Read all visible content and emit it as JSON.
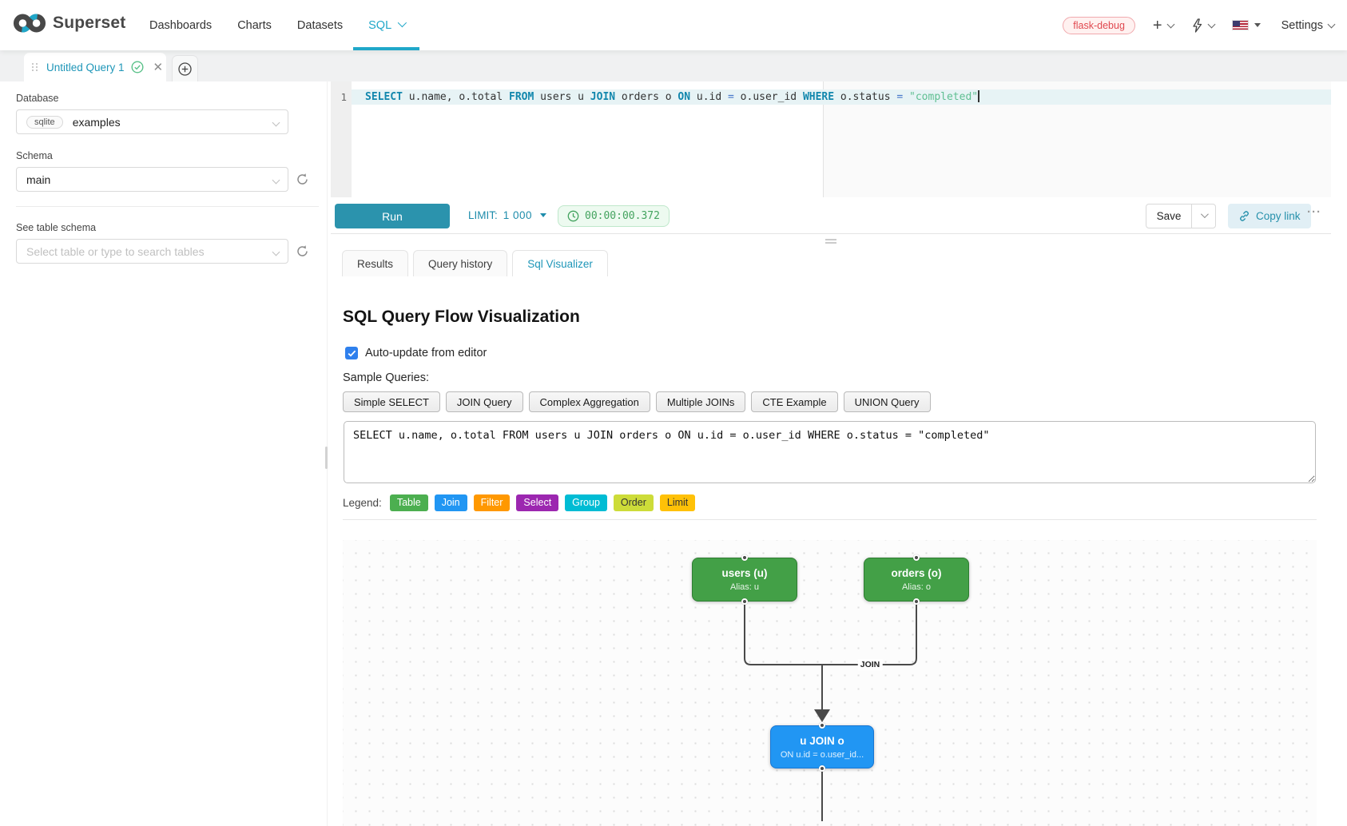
{
  "nav": {
    "brand": "Superset",
    "items": [
      {
        "label": "Dashboards",
        "active": false
      },
      {
        "label": "Charts",
        "active": false
      },
      {
        "label": "Datasets",
        "active": false
      },
      {
        "label": "SQL",
        "active": true,
        "has_chevron": true
      }
    ],
    "environment_badge": "flask-debug",
    "settings_label": "Settings",
    "accent_color": "#20a7c9"
  },
  "tab_bar": {
    "active_tab_title": "Untitled Query 1"
  },
  "sidebar": {
    "database_label": "Database",
    "database_engine": "sqlite",
    "database_value": "examples",
    "schema_label": "Schema",
    "schema_value": "main",
    "table_label": "See table schema",
    "table_placeholder": "Select table or type to search tables"
  },
  "editor": {
    "line_number": "1",
    "tokens": [
      {
        "t": "kw",
        "v": "SELECT"
      },
      {
        "t": "pl",
        "v": " u.name, o.total "
      },
      {
        "t": "kw",
        "v": "FROM"
      },
      {
        "t": "pl",
        "v": " users u "
      },
      {
        "t": "kw",
        "v": "JOIN"
      },
      {
        "t": "pl",
        "v": " orders o "
      },
      {
        "t": "kw",
        "v": "ON"
      },
      {
        "t": "pl",
        "v": " u.id "
      },
      {
        "t": "op",
        "v": "="
      },
      {
        "t": "pl",
        "v": " o.user_id "
      },
      {
        "t": "kw",
        "v": "WHERE"
      },
      {
        "t": "pl",
        "v": " o.status "
      },
      {
        "t": "op",
        "v": "="
      },
      {
        "t": "pl",
        "v": " "
      },
      {
        "t": "str",
        "v": "\"completed\""
      }
    ]
  },
  "toolbar": {
    "run_label": "Run",
    "limit_label": "LIMIT:",
    "limit_value": "1 000",
    "timer_value": "00:00:00.372",
    "save_label": "Save",
    "copy_link_label": "Copy link",
    "more_label": "···"
  },
  "result_tabs": [
    {
      "label": "Results",
      "active": false
    },
    {
      "label": "Query history",
      "active": false
    },
    {
      "label": "Sql Visualizer",
      "active": true
    }
  ],
  "visualizer": {
    "title": "SQL Query Flow Visualization",
    "auto_update_label": "Auto-update from editor",
    "auto_update_checked": true,
    "sample_queries_label": "Sample Queries:",
    "sample_buttons": [
      "Simple SELECT",
      "JOIN Query",
      "Complex Aggregation",
      "Multiple JOINs",
      "CTE Example",
      "UNION Query"
    ],
    "query_text": "SELECT u.name, o.total FROM users u JOIN orders o ON u.id = o.user_id WHERE o.status = \"completed\"",
    "legend_label": "Legend:",
    "legend": [
      {
        "label": "Table",
        "color": "#4caf50",
        "text": "#ffffff"
      },
      {
        "label": "Join",
        "color": "#2196f3",
        "text": "#ffffff"
      },
      {
        "label": "Filter",
        "color": "#ff9800",
        "text": "#ffffff"
      },
      {
        "label": "Select",
        "color": "#9c27b0",
        "text": "#ffffff"
      },
      {
        "label": "Group",
        "color": "#00bcd4",
        "text": "#ffffff"
      },
      {
        "label": "Order",
        "color": "#cddc39",
        "text": "#333333"
      },
      {
        "label": "Limit",
        "color": "#ffc107",
        "text": "#333333"
      }
    ],
    "diagram": {
      "nodes": [
        {
          "id": "users",
          "title": "users (u)",
          "subtitle": "Alias: u",
          "type": "table"
        },
        {
          "id": "orders",
          "title": "orders (o)",
          "subtitle": "Alias: o",
          "type": "table"
        },
        {
          "id": "join",
          "title": "u JOIN o",
          "subtitle": "ON u.id = o.user_id...",
          "type": "join"
        }
      ],
      "edge_label": "JOIN"
    }
  }
}
